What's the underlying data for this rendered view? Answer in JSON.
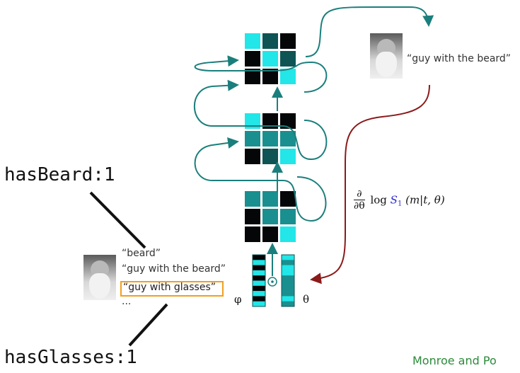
{
  "features": {
    "beard": "hasBeard:1",
    "glasses": "hasGlasses:1"
  },
  "utterances": {
    "items": [
      "“beard”",
      "“guy with the beard”",
      "“guy with glasses”",
      "..."
    ],
    "highlighted_index": 2
  },
  "target_caption": "“guy with the beard”",
  "vectors": {
    "phi_label": "φ",
    "theta_label": "θ",
    "operator": "⊙"
  },
  "gradient_label": {
    "partial_num": "∂",
    "partial_den": "∂θ",
    "log": "log",
    "S": "S",
    "S_sub": "1",
    "args": "(m|t, θ)"
  },
  "credit": "Monroe and Po",
  "colors": {
    "cyan": "#22e6e8",
    "teal": "#1a8f8f",
    "dark_teal": "#0e5455",
    "black": "#050608",
    "arrow_teal": "#1a7f7c",
    "arrow_red": "#8b1a1a",
    "highlight": "#f0a020",
    "credit_green": "#2a8a3a",
    "S_blue": "#2b2bd0"
  },
  "grids": {
    "top": [
      "cyan",
      "dark_teal",
      "black",
      "black",
      "cyan",
      "dark_teal",
      "black",
      "black",
      "cyan"
    ],
    "middle": [
      "cyan",
      "black",
      "black",
      "teal",
      "teal",
      "teal",
      "black",
      "dark_teal",
      "cyan"
    ],
    "bottom": [
      "teal",
      "teal",
      "black",
      "black",
      "teal",
      "teal",
      "black",
      "black",
      "cyan"
    ]
  },
  "phi_cells": [
    "black",
    "cyan",
    "black",
    "cyan",
    "black",
    "cyan",
    "black",
    "cyan",
    "black",
    "cyan"
  ],
  "theta_cells": [
    "cyan",
    "teal",
    "cyan",
    "cyan",
    "teal",
    "teal",
    "teal",
    "teal",
    "cyan",
    "teal"
  ]
}
